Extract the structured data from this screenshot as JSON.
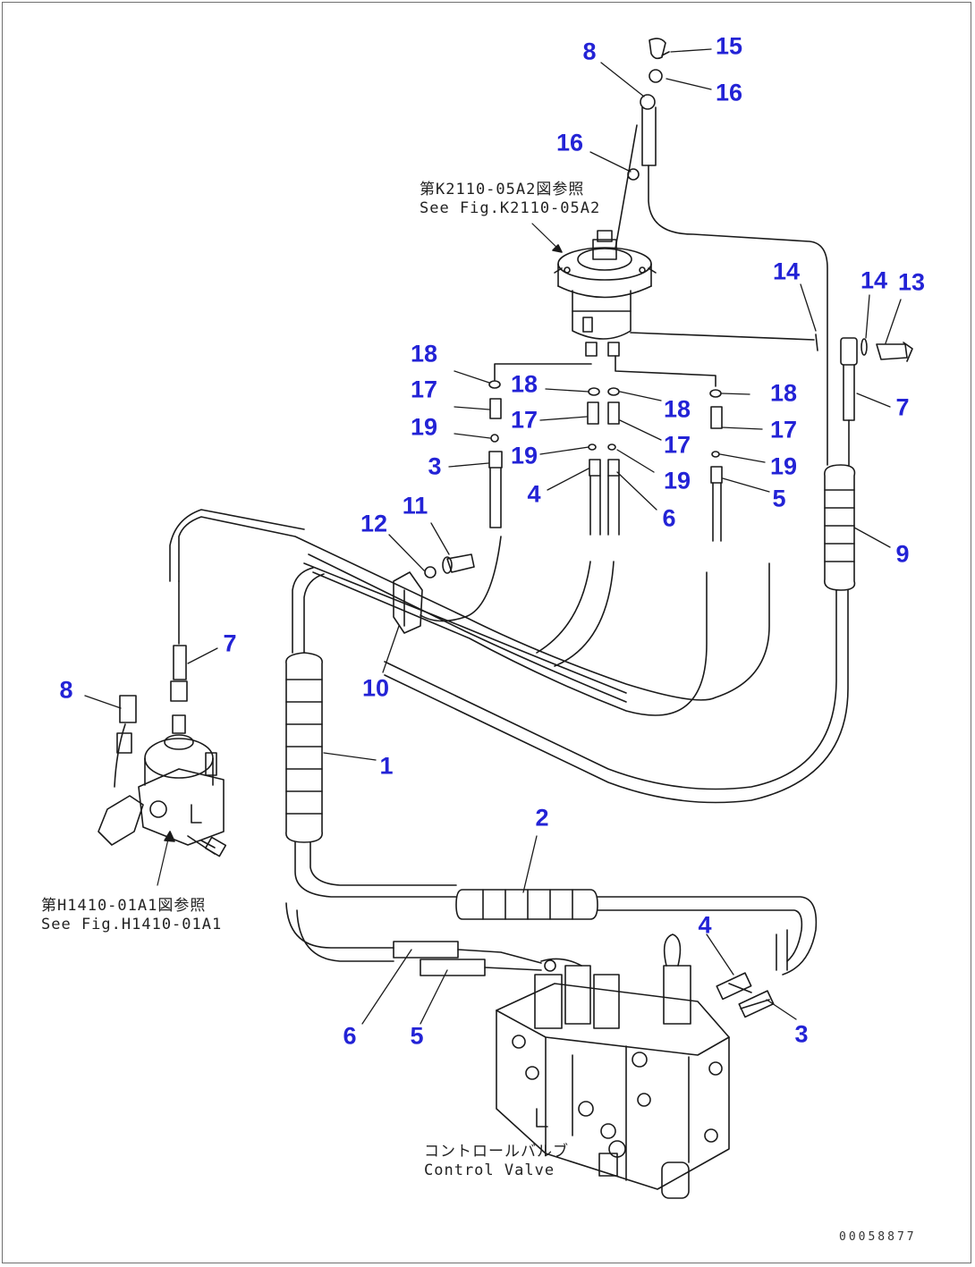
{
  "callouts": [
    {
      "label": "15"
    },
    {
      "label": "8"
    },
    {
      "label": "16"
    },
    {
      "label": "16"
    },
    {
      "label": "14"
    },
    {
      "label": "14"
    },
    {
      "label": "13"
    },
    {
      "label": "7"
    },
    {
      "label": "18"
    },
    {
      "label": "18"
    },
    {
      "label": "18"
    },
    {
      "label": "18"
    },
    {
      "label": "17"
    },
    {
      "label": "17"
    },
    {
      "label": "17"
    },
    {
      "label": "17"
    },
    {
      "label": "19"
    },
    {
      "label": "19"
    },
    {
      "label": "19"
    },
    {
      "label": "19"
    },
    {
      "label": "3"
    },
    {
      "label": "4"
    },
    {
      "label": "6"
    },
    {
      "label": "5"
    },
    {
      "label": "9"
    },
    {
      "label": "11"
    },
    {
      "label": "12"
    },
    {
      "label": "10"
    },
    {
      "label": "7"
    },
    {
      "label": "8"
    },
    {
      "label": "1"
    },
    {
      "label": "2"
    },
    {
      "label": "4"
    },
    {
      "label": "3"
    },
    {
      "label": "6"
    },
    {
      "label": "5"
    }
  ],
  "notes": {
    "pilot_valve_ref_jp": "第K2110-05A2図参照",
    "pilot_valve_ref_en": "See Fig.K2110-05A2",
    "ppc_valve_ref_jp": "第H1410-01A1図参照",
    "ppc_valve_ref_en": "See Fig.H1410-01A1",
    "control_valve_jp": "コントロールバルブ",
    "control_valve_en": "Control Valve"
  },
  "document_number": "00058877",
  "colors": {
    "callout": "#2323d6",
    "line": "#1a1a1a"
  }
}
